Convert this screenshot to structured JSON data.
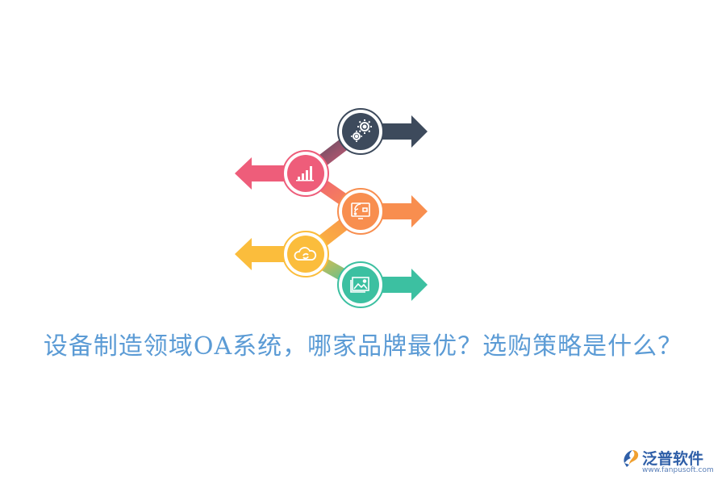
{
  "title": "设备制造领域OA系统，哪家品牌最优？选购策略是什么？",
  "steps": [
    {
      "icon": "gears-icon",
      "color": "#3d4a5c",
      "direction": "right"
    },
    {
      "icon": "bar-signal-icon",
      "color": "#ee5d7a",
      "direction": "left"
    },
    {
      "icon": "screen-share-icon",
      "color": "#f88e4f",
      "direction": "right"
    },
    {
      "icon": "cloud-sync-icon",
      "color": "#fbbd3c",
      "direction": "left"
    },
    {
      "icon": "image-gallery-icon",
      "color": "#3cc0a1",
      "direction": "right"
    }
  ],
  "logo": {
    "name": "泛普软件",
    "url": "www.fanpusoft.com"
  }
}
